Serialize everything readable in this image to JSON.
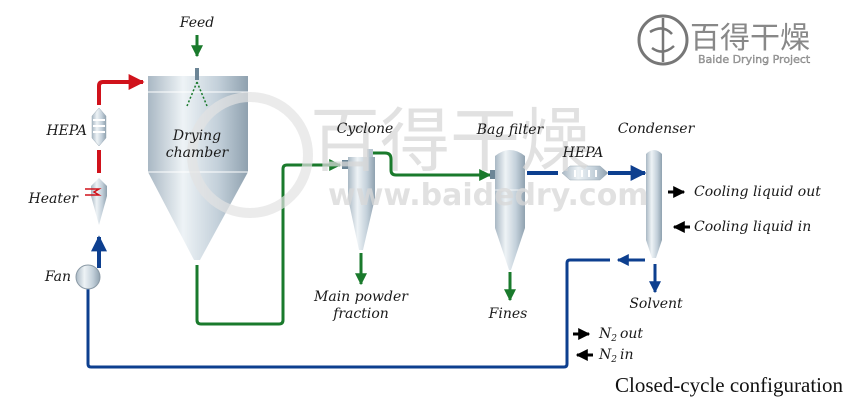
{
  "labels": {
    "feed": "Feed",
    "hepa_inlet": "HEPA",
    "heater": "Heater",
    "fan": "Fan",
    "drying_chamber_1": "Drying",
    "drying_chamber_2": "chamber",
    "cyclone": "Cyclone",
    "main_powder_1": "Main powder",
    "main_powder_2": "fraction",
    "bag_filter": "Bag filter",
    "fines": "Fines",
    "hepa_outlet": "HEPA",
    "condenser": "Condenser",
    "cooling_out": "Cooling liquid out",
    "cooling_in": "Cooling liquid in",
    "solvent": "Solvent",
    "n2_out_sym": "N",
    "n2_out_sub": "2",
    "n2_out_word": "out",
    "n2_in_sym": "N",
    "n2_in_sub": "2",
    "n2_in_word": "in"
  },
  "caption": "Closed-cycle configuration",
  "logo": {
    "chinese": "百得干燥",
    "english": "Baide Drying Project"
  },
  "watermark": {
    "chinese": "百得干燥",
    "url": "www.baidedry.com"
  },
  "colors": {
    "hot_gas": "#d0121b",
    "product": "#1a7a2c",
    "cold_gas": "#0d3f8f",
    "vessel": "#c7d3dc"
  }
}
